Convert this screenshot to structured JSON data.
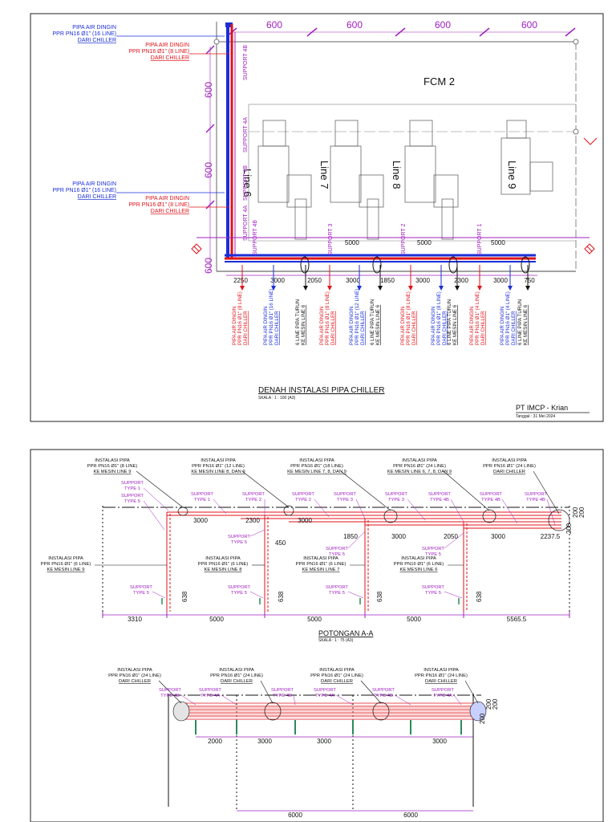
{
  "sheet1": {
    "top_dims": [
      "600",
      "600",
      "600",
      "600"
    ],
    "left_dims": [
      "600",
      "600",
      "600"
    ],
    "fcm_label": "FCM 2",
    "machine_lines": [
      "Line 6",
      "Line 7",
      "Line 8",
      "Line 9"
    ],
    "callouts_left": [
      {
        "l1": "PIPA AIR DINGIN",
        "l2": "PPR PN16 Ø1\" (16 LINE)",
        "l3": "DARI CHILLER",
        "color": "blue"
      },
      {
        "l1": "PIPA AIR DINGIN",
        "l2": "PPR PN16 Ø1\" (8 LINE)",
        "l3": "DARI CHILLER",
        "color": "red"
      },
      {
        "l1": "PIPA AIR DINGIN",
        "l2": "PPR PN16 Ø1\" (16 LINE)",
        "l3": "DARI CHILLER",
        "color": "blue"
      },
      {
        "l1": "PIPA AIR DINGIN",
        "l2": "PPR PN16 Ø1\" (8 LINE)",
        "l3": "DARI CHILLER",
        "color": "red"
      }
    ],
    "support_vertical": [
      "SUPPORT 4B",
      "SUPPORT 4A",
      "SUPPORT 4B",
      "SUPPORT 4A"
    ],
    "support_bottom": [
      "SUPPORT 4B",
      "SUPPORT 3",
      "SUPPORT 2",
      "SUPPORT 1"
    ],
    "span_dims": [
      "5000",
      "5000",
      "5000"
    ],
    "bottom_dims": [
      "2250",
      "3000",
      "2050",
      "3000",
      "1850",
      "3000",
      "2300",
      "3000",
      "750"
    ],
    "bottom_labels": [
      {
        "l1": "PIPA AIR DINGIN",
        "l2": "PPR PN16 Ø1\" (8 LINE)",
        "l3": "DARI CHILLER",
        "color": "red"
      },
      {
        "l1": "PIPA AIR DINGIN",
        "l2": "PPR PN16 Ø1\" (16 LINE)",
        "l3": "DARI CHILLER",
        "color": "blue"
      },
      {
        "l1": "6 LINE PIPA TURUN",
        "l2": "KE MESIN LINE 6",
        "l3": "",
        "color": "black"
      },
      {
        "l1": "PIPA AIR DINGIN",
        "l2": "PPR PN16 Ø1\" (8 LINE)",
        "l3": "DARI CHILLER",
        "color": "red"
      },
      {
        "l1": "PIPA AIR DINGIN",
        "l2": "PPR PN16 Ø1\" (12 LINE)",
        "l3": "DARI CHILLER",
        "color": "blue"
      },
      {
        "l1": "6 LINE PIPA TURUN",
        "l2": "KE MESIN LINE 6",
        "l3": "",
        "color": "black"
      },
      {
        "l1": "PIPA AIR DINGIN",
        "l2": "PPR PN16 Ø1\" (8 LINE)",
        "l3": "DARI CHILLER",
        "color": "red"
      },
      {
        "l1": "PIPA AIR DINGIN",
        "l2": "PPR PN16 Ø1\" (8 LINE)",
        "l3": "DARI CHILLER",
        "color": "blue"
      },
      {
        "l1": "6 LINE PIPA TURUN",
        "l2": "KE MESIN LINE 6",
        "l3": "",
        "color": "black"
      },
      {
        "l1": "PIPA AIR DINGIN",
        "l2": "PPR PN16 Ø1\" (4 LINE)",
        "l3": "DARI CHILLER",
        "color": "red"
      },
      {
        "l1": "PIPA AIR DINGIN",
        "l2": "PPR PN16 Ø1\" (4 LINE)",
        "l3": "DARI CHILLER",
        "color": "blue"
      },
      {
        "l1": "6 LINE PIPA TURUN",
        "l2": "KE MESIN LINE 6",
        "l3": "",
        "color": "black"
      }
    ],
    "title": "DENAH INSTALASI PIPA CHILLER",
    "scale": "SKALA :  1 : 100 (A3)",
    "company": "PT IMCP - Krian",
    "date": "Tanggal :  31 Mei 2024"
  },
  "sheet2": {
    "top_callouts": [
      {
        "l1": "INSTALASI PIPA",
        "l2": "PPR PN16 Ø1\" (8 LINE)",
        "l3": "KE MESIN LINE 9"
      },
      {
        "l1": "INSTALASI PIPA",
        "l2": "PPR PN16 Ø1\" (12 LINE)",
        "l3": "KE MESIN LINE 8, DAN 9"
      },
      {
        "l1": "INSTALASI PIPA",
        "l2": "PPR PN16 Ø1\" (18 LINE)",
        "l3": "KE MESIN LINE 7, 8, DAN 9"
      },
      {
        "l1": "INSTALASI PIPA",
        "l2": "PPR PN16 Ø1\" (24 LINE)",
        "l3": "KE MESIN LINE 6, 7, 8, DAN 9"
      },
      {
        "l1": "INSTALASI PIPA",
        "l2": "PPR PN16 Ø1\" (24 LINE)",
        "l3": "DARI CHILLER"
      }
    ],
    "supports_top": [
      {
        "l1": "SUPPORT",
        "l2": "TYPE 1"
      },
      {
        "l1": "SUPPORT",
        "l2": "TYPE 5"
      },
      {
        "l1": "SUPPORT",
        "l2": "TYPE 1"
      },
      {
        "l1": "SUPPORT",
        "l2": "TYPE 2"
      },
      {
        "l1": "SUPPORT",
        "l2": "TYPE 2"
      },
      {
        "l1": "SUPPORT",
        "l2": "TYPE 3"
      },
      {
        "l1": "SUPPORT",
        "l2": "TYPE 3"
      },
      {
        "l1": "SUPPORT",
        "l2": "TYPE 4B"
      },
      {
        "l1": "SUPPORT",
        "l2": "TYPE 4B"
      },
      {
        "l1": "SUPPORT",
        "l2": "TYPE 4B"
      }
    ],
    "supports_mid": [
      {
        "l1": "SUPPORT",
        "l2": "TYPE 5"
      },
      {
        "l1": "SUPPORT",
        "l2": "TYPE 5"
      },
      {
        "l1": "SUPPORT",
        "l2": "TYPE 5"
      },
      {
        "l1": "SUPPORT",
        "l2": "TYPE 5"
      }
    ],
    "supports_low": [
      {
        "l1": "SUPPORT",
        "l2": "TYPE 5"
      },
      {
        "l1": "SUPPORT",
        "l2": "TYPE 5"
      },
      {
        "l1": "SUPPORT",
        "l2": "TYPE 5"
      },
      {
        "l1": "SUPPORT",
        "l2": "TYPE 5"
      }
    ],
    "mid_callouts": [
      {
        "l1": "INSTALASI PIPA",
        "l2": "PPR PN16 Ø1\" (6 LINE)",
        "l3": "KE MESIN LINE 9"
      },
      {
        "l1": "INSTALASI PIPA",
        "l2": "PPR PN16 Ø1\" (6 LINE)",
        "l3": "KE MESIN LINE 8"
      },
      {
        "l1": "INSTALASI PIPA",
        "l2": "PPR PN16 Ø1\" (6 LINE)",
        "l3": "KE MESIN LINE 7"
      },
      {
        "l1": "INSTALASI PIPA",
        "l2": "PPR PN16 Ø1\" (6 LINE)",
        "l3": "KE MESIN LINE 6"
      }
    ],
    "inner_dims": [
      "3000",
      "2300",
      "3000",
      "1850",
      "3000",
      "2050",
      "3000",
      "2237.5"
    ],
    "small_dims": [
      "450",
      "638",
      "638",
      "638",
      "638",
      "200",
      "200",
      "200"
    ],
    "bottom_dims": [
      "3310",
      "5000",
      "5000",
      "5000",
      "5565.5"
    ],
    "title": "POTONGAN A-A",
    "scale": "SKALA :  1 : 75 (A3)"
  },
  "sheet3": {
    "callouts": [
      {
        "l1": "INSTALASI PIPA",
        "l2": "PPR PN16 Ø1\" (24 LINE)",
        "l3": "DARI CHILLER"
      },
      {
        "l1": "INSTALASI PIPA",
        "l2": "PPR PN16 Ø1\" (24 LINE)",
        "l3": "DARI CHILLER"
      },
      {
        "l1": "INSTALASI PIPA",
        "l2": "PPR PN16 Ø1\" (24 LINE)",
        "l3": "DARI CHILLER"
      },
      {
        "l1": "INSTALASI PIPA",
        "l2": "PPR PN16 Ø1\" (24 LINE)",
        "l3": "DARI CHILLER"
      }
    ],
    "supports": [
      {
        "l1": "SUPPORT",
        "l2": "TYPE 4B"
      },
      {
        "l1": "SUPPORT",
        "l2": "TYPE 4A"
      },
      {
        "l1": "SUPPORT",
        "l2": "TYPE 4B"
      },
      {
        "l1": "SUPPORT",
        "l2": "TYPE 4A"
      },
      {
        "l1": "SUPPORT",
        "l2": "TYPE 4B"
      },
      {
        "l1": "SUPPORT",
        "l2": "TYPE 4A"
      }
    ],
    "inner_dims": [
      "2000",
      "3000",
      "3000",
      "3000"
    ],
    "small_dims": [
      "200",
      "200",
      "200"
    ],
    "bottom_dims": [
      "6000",
      "6000"
    ]
  },
  "colors": {
    "red": "#e0131a",
    "blue": "#1a2fd6",
    "purple": "#a020c0",
    "black": "#111111",
    "pink": "#f08a8a"
  }
}
